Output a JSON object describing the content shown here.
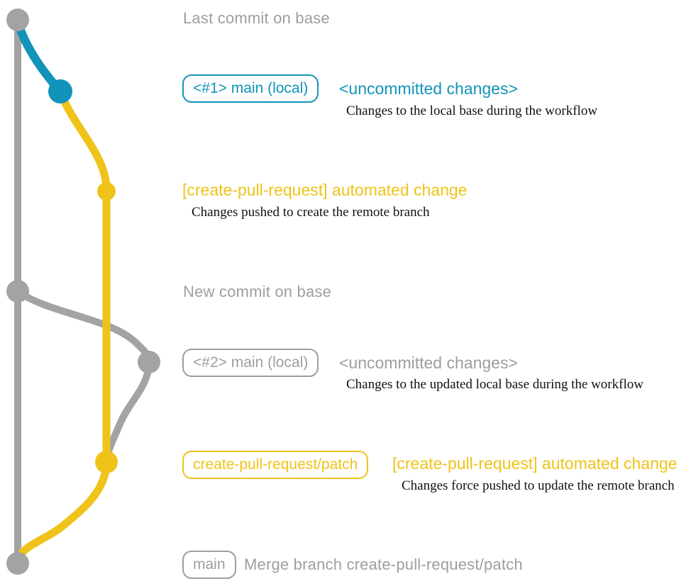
{
  "colors": {
    "blue": "#1293BA",
    "yellow": "#EFC319",
    "gray_line": "#A3A3A3",
    "gray_text": "#9E9E9E",
    "desc_text": "#111111"
  },
  "captions": {
    "last_commit": "Last commit on base",
    "new_commit": "New commit on base"
  },
  "rows": {
    "local_main_1": {
      "badge": "<#1> main (local)",
      "heading": "<uncommitted changes>",
      "desc": "Changes to the local base during the workflow"
    },
    "automated_change_1": {
      "heading": "[create-pull-request] automated change",
      "desc": "Changes pushed to create the remote branch"
    },
    "local_main_2": {
      "badge": "<#2> main (local)",
      "heading": "<uncommitted changes>",
      "desc": "Changes to the updated local base during the workflow"
    },
    "automated_change_2": {
      "badge": "create-pull-request/patch",
      "heading": "[create-pull-request] automated change",
      "desc": "Changes force pushed to update the remote branch"
    },
    "merge": {
      "badge": "main",
      "label": "Merge branch create-pull-request/patch"
    }
  },
  "graph": {
    "commits": [
      {
        "id": "last-commit-on-base",
        "branch": "base",
        "color": "gray"
      },
      {
        "id": "uncommitted-changes-1",
        "branch": "main (local)",
        "color": "blue"
      },
      {
        "id": "automated-change-1",
        "branch": "create-pull-request/patch",
        "color": "yellow"
      },
      {
        "id": "new-commit-on-base",
        "branch": "base",
        "color": "gray"
      },
      {
        "id": "uncommitted-changes-2",
        "branch": "main (local)",
        "color": "gray"
      },
      {
        "id": "automated-change-2",
        "branch": "create-pull-request/patch",
        "color": "yellow"
      },
      {
        "id": "merge-commit",
        "branch": "main",
        "color": "gray"
      }
    ]
  }
}
